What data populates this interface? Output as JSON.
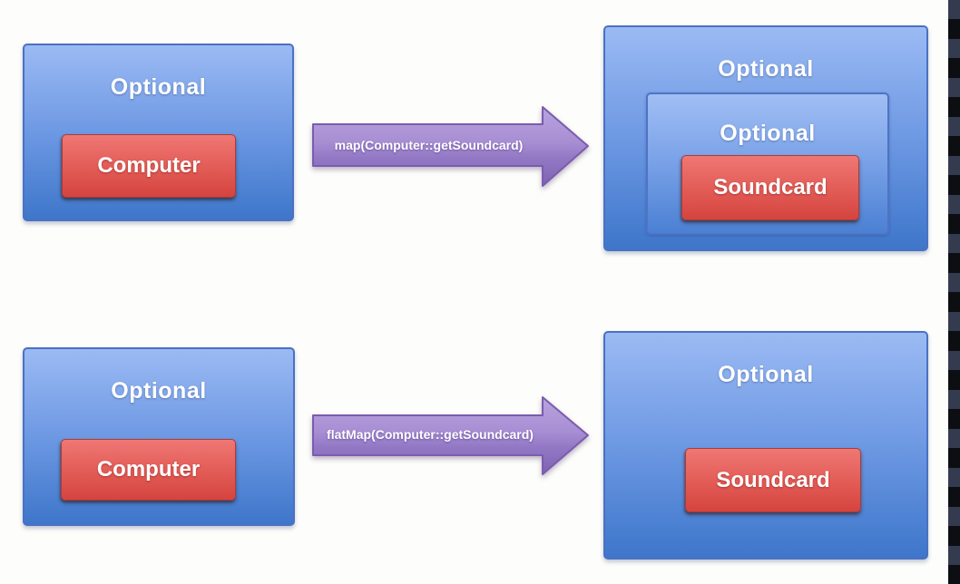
{
  "rows": [
    {
      "source_box": {
        "label": "Optional",
        "chip": "Computer"
      },
      "arrow": {
        "label": "map(Computer::getSoundcard)"
      },
      "result_box": {
        "label": "Optional",
        "nested_box": {
          "label": "Optional",
          "chip": "Soundcard"
        }
      }
    },
    {
      "source_box": {
        "label": "Optional",
        "chip": "Computer"
      },
      "arrow": {
        "label": "flatMap(Computer::getSoundcard)"
      },
      "result_box": {
        "label": "Optional",
        "chip": "Soundcard"
      }
    }
  ],
  "colors": {
    "background": "#fdfdfb",
    "box_blue_top": "#9bbaf3",
    "box_blue_bottom": "#3e76ca",
    "box_blue_border": "#4b71c3",
    "chip_red_top": "#ef7774",
    "chip_red_bottom": "#d5443f",
    "chip_red_border": "#a93c38",
    "arrow_purple_top": "#b8a2de",
    "arrow_purple_bottom": "#7f62b3",
    "arrow_purple_border": "#7a5caf",
    "label_text": "#ffffff",
    "film_strip_navy": "#353b4f",
    "film_strip_black": "#0d0e12"
  }
}
